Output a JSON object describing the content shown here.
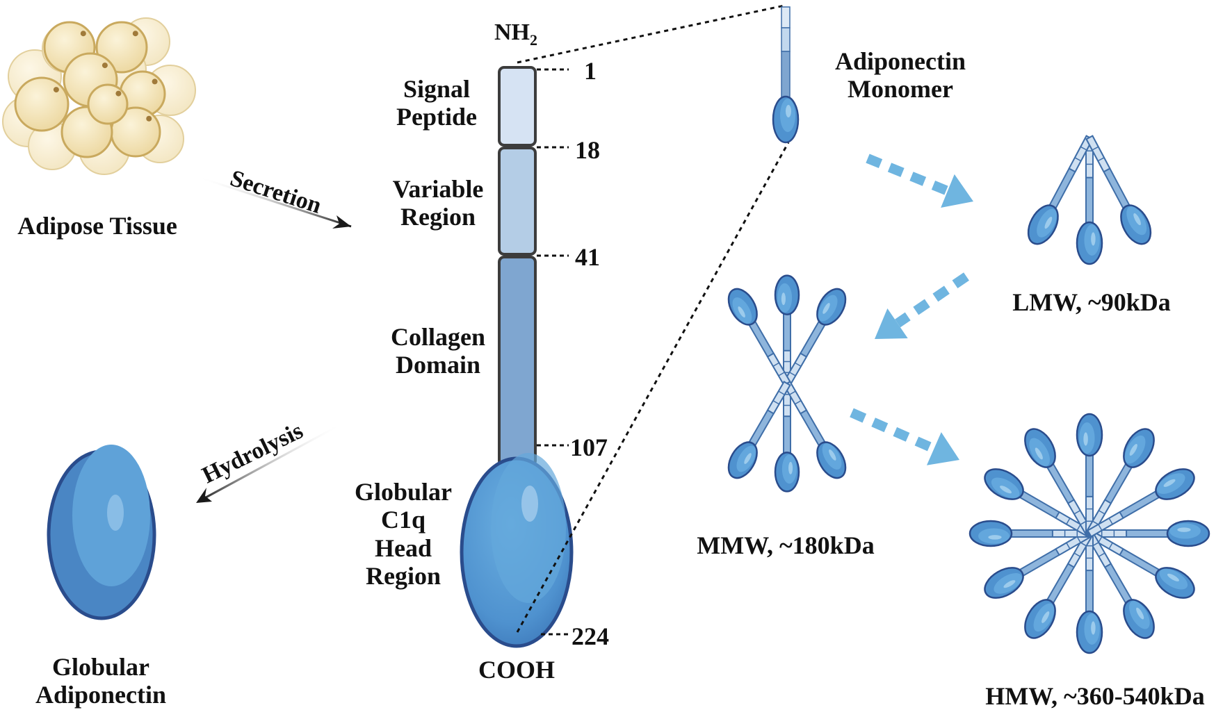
{
  "tissue": {
    "label": "Adipose  Tissue"
  },
  "process": {
    "secretion": "Secretion",
    "hydrolysis": "Hydrolysis"
  },
  "structure": {
    "n_terminus": "NH",
    "n_terminus_sub": "2",
    "c_terminus": "COOH",
    "domains": [
      {
        "line1": "Signal",
        "line2": "Peptide",
        "color": "#d6e3f3"
      },
      {
        "line1": "Variable",
        "line2": "Region",
        "color": "#b4cde6"
      },
      {
        "line1": "Collagen",
        "line2": "Domain",
        "color": "#7fa6d0"
      },
      {
        "line1": "Globular",
        "line2": "C1q",
        "line3": "Head",
        "line4": "Region",
        "color": "#5b9fd4"
      }
    ],
    "residues": [
      "1",
      "18",
      "41",
      "107",
      "224"
    ]
  },
  "monomer": {
    "line1": "Adiponectin",
    "line2": "Monomer"
  },
  "forms": {
    "lmw": "LMW, ~90kDa",
    "mmw": "MMW, ~180kDa",
    "hmw": "HMW, ~360-540kDa"
  },
  "globular": {
    "line1": "Globular",
    "line2": "Adiponectin"
  },
  "colors": {
    "head_fill": "#5b9fd4",
    "head_stroke": "#2a4c8c",
    "arrow_dashed": "#6fb5e0",
    "stem": "#a9c6e2",
    "cell_fill": "#f4e6bd",
    "cell_stroke": "#c9a95e"
  }
}
